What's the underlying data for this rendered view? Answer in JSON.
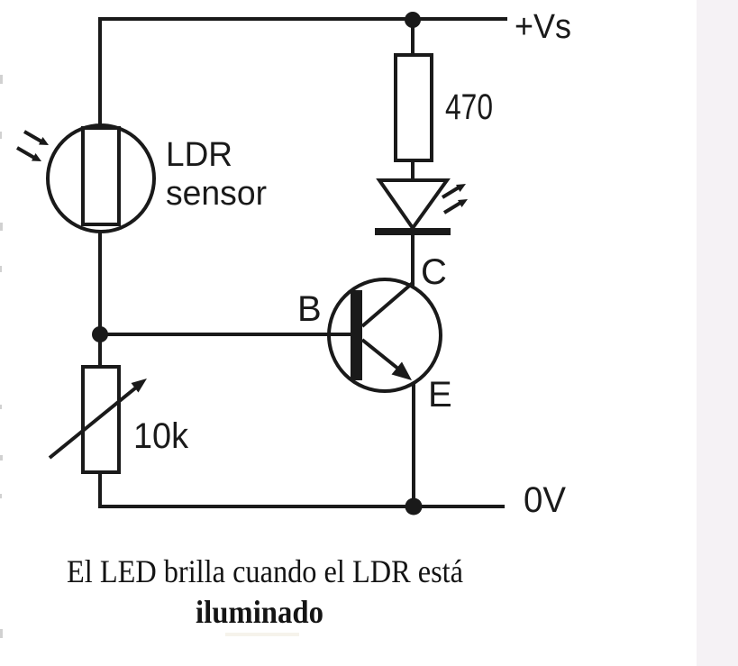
{
  "page": {
    "background_color": "#ffffff",
    "right_band_color": "#f5f2f5",
    "ink_color": "#1a1a1a"
  },
  "diagram": {
    "labels": {
      "supply_positive": "+Vs",
      "supply_zero": "0V",
      "resistor_value": "470",
      "ldr_line1": "LDR",
      "ldr_line2": "sensor",
      "pot_value": "10k",
      "base": "B",
      "collector": "C",
      "emitter": "E"
    }
  },
  "caption": {
    "line1": "El LED brilla cuando el LDR está",
    "line2": "iluminado"
  }
}
